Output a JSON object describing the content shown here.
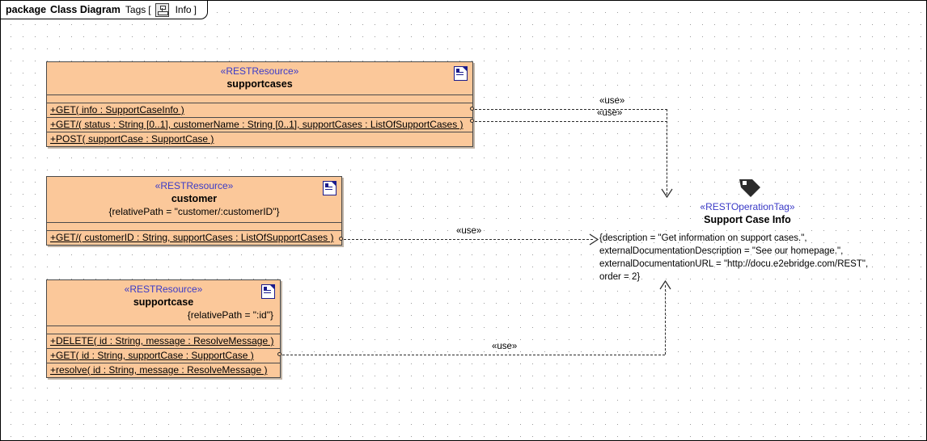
{
  "frame": {
    "keyword": "package",
    "name": "Class Diagram",
    "tags_label": "Tags",
    "bracket_open": "[",
    "bracket_close": "]",
    "tag_value": "Info",
    "tree_icon": "tree-hierarchy-icon"
  },
  "colors": {
    "class_fill": "#FBC89A",
    "class_border": "#4A4A4A",
    "stereotype_text": "#3B3BC8",
    "type_text": "#7D7D7D",
    "connector": "#2A2A2A",
    "canvas": "#FFFFFF"
  },
  "classes": [
    {
      "id": "supportcases",
      "stereotype": "«RESTResource»",
      "name": "supportcases",
      "tagged_value": "",
      "doc_icon": "document-note-icon",
      "operations": [
        {
          "visibility": "+",
          "name": "GET(",
          "param": " info ",
          "sep": ": ",
          "type": "SupportCaseInfo )"
        },
        {
          "visibility": "+",
          "name": "GET/(",
          "param": " status ",
          "sep": ": ",
          "type": "String [0..1], ",
          "param2": "customerName ",
          "sep2": ": ",
          "type2": "String [0..1], ",
          "param3": "supportCases ",
          "sep3": ": ",
          "type3": "ListOfSupportCases )"
        },
        {
          "visibility": "+",
          "name": "POST(",
          "param": " supportCase ",
          "sep": ": ",
          "type": "SupportCase )"
        }
      ],
      "op_text": [
        "+GET( info : SupportCaseInfo )",
        "+GET/( status : String [0..1], customerName : String [0..1], supportCases : ListOfSupportCases )",
        "+POST( supportCase : SupportCase )"
      ]
    },
    {
      "id": "customer",
      "stereotype": "«RESTResource»",
      "name": "customer",
      "tagged_value": "{relativePath = \"customer/:customerID\"}",
      "doc_icon": "document-note-icon",
      "op_text": [
        "+GET/( customerID : String, supportCases : ListOfSupportCases )"
      ]
    },
    {
      "id": "supportcase",
      "stereotype": "«RESTResource»",
      "name": "supportcase",
      "tagged_value": "{relativePath = \":id\"}",
      "doc_icon": "document-note-icon",
      "op_text": [
        "+DELETE( id : String, message : ResolveMessage )",
        "+GET( id : String, supportCase : SupportCase )",
        "+resolve( id : String, message : ResolveMessage )"
      ]
    }
  ],
  "tag_node": {
    "icon": "tag-label-icon",
    "stereotype": "«RESTOperationTag»",
    "name": "Support Case Info",
    "properties": [
      "{description = \"Get information on support cases.\",",
      "externalDocumentationDescription = \"See our homepage.\",",
      "externalDocumentationURL = \"http://docu.e2ebridge.com/REST\",",
      "order = 2}"
    ]
  },
  "connectors": [
    {
      "id": "use-1",
      "label": "«use»"
    },
    {
      "id": "use-2",
      "label": "«use»"
    },
    {
      "id": "use-3",
      "label": "«use»"
    },
    {
      "id": "use-4",
      "label": "«use»"
    }
  ]
}
